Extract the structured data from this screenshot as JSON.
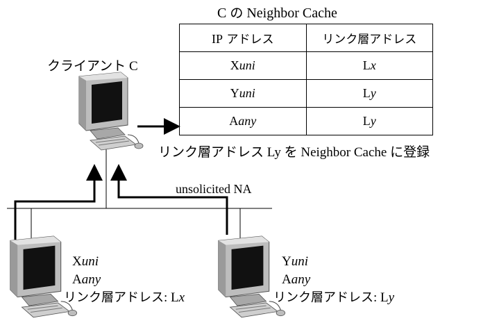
{
  "neighbor_cache": {
    "title_prefix": "C ",
    "title_no": "の",
    "title_suffix": " Neighbor Cache",
    "header_ip": "IP アドレス",
    "header_link": "リンク層アドレス",
    "rows": [
      {
        "ip_main": "X",
        "ip_sub": "uni",
        "link_main": "L",
        "link_sub": "x"
      },
      {
        "ip_main": "Y",
        "ip_sub": "uni",
        "link_main": "L",
        "link_sub": "y"
      },
      {
        "ip_main": "A",
        "ip_sub": "any",
        "link_main": "L",
        "link_sub": "y"
      }
    ]
  },
  "client": {
    "label_jp": "クライアント",
    "label_id": " C"
  },
  "register_note": {
    "prefix": "リンク層アドレス",
    "ly": " Ly ",
    "wo": "を",
    "nc": " Neighbor Cache ",
    "suffix": "に登録"
  },
  "message_label": "unsolicited NA",
  "hosts": [
    {
      "line1_main": "X",
      "line1_sub": "uni",
      "line2_main": "A",
      "line2_sub": "any",
      "link_label": "リンク層アドレス",
      "link_colon": ": L",
      "link_sub": "x"
    },
    {
      "line1_main": "Y",
      "line1_sub": "uni",
      "line2_main": "A",
      "line2_sub": "any",
      "link_label": "リンク層アドレス",
      "link_colon": ": L",
      "link_sub": "y"
    }
  ]
}
